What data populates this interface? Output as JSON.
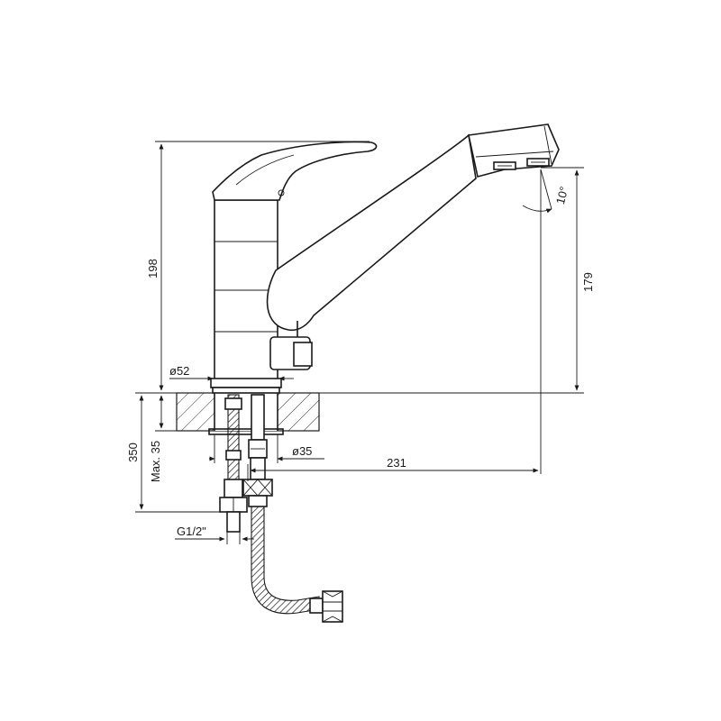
{
  "dimensions": {
    "total_height": "198",
    "spout_height": "179",
    "spout_angle": "10°",
    "body_diameter": "ø52",
    "mount_hole_diameter": "ø35",
    "spout_reach": "231",
    "hose_length": "350",
    "max_counter_thickness": "Max. 35",
    "thread": "G1/2\""
  }
}
